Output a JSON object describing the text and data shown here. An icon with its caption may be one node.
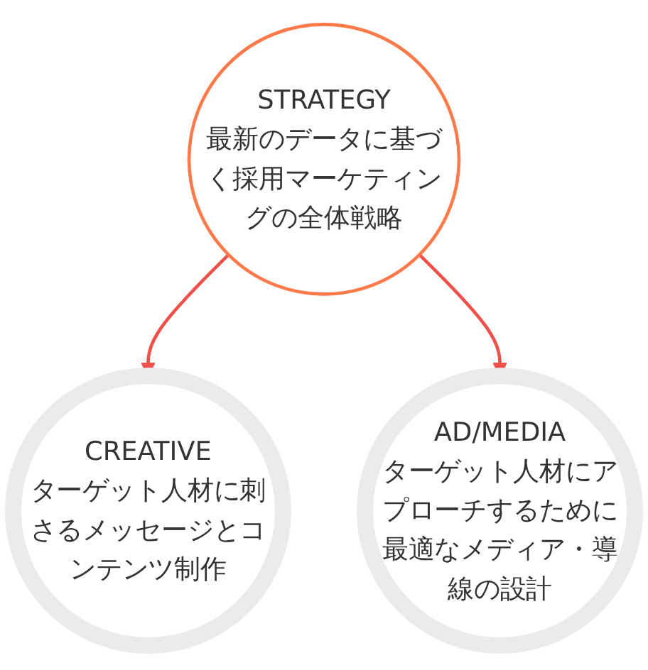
{
  "diagram": {
    "nodes": [
      {
        "text": [
          "STRATEGY",
          "最新のデータに基づく採用マーケティングの全体戦略"
        ]
      },
      {
        "text": [
          "CREATIVE",
          "ターゲット人材に刺さるメッセージとコンテンツ制作"
        ]
      },
      {
        "text": [
          "AD/MEDIA",
          "ターゲット人材にアプローチするために最適なメディア・導線の設計"
        ]
      }
    ],
    "edges": [
      {
        "from": 0,
        "to": 1,
        "arrow": "to"
      },
      {
        "from": 0,
        "to": 2,
        "arrow": "to"
      }
    ]
  }
}
